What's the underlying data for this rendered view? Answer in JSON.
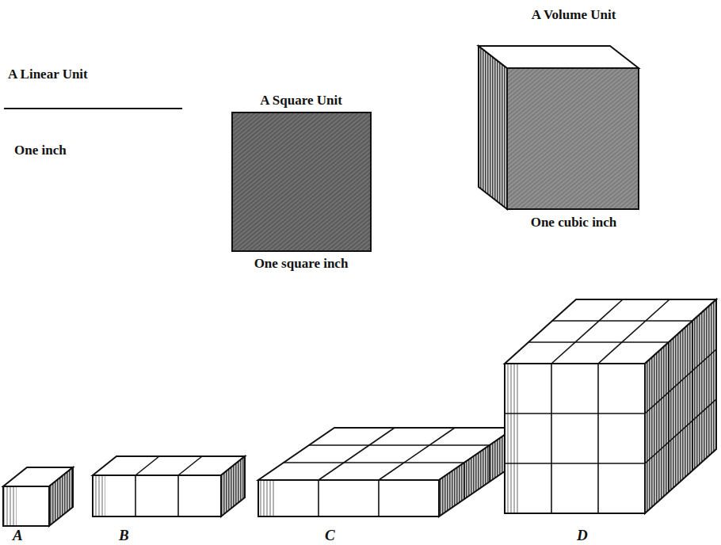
{
  "diagram": {
    "nodes": [
      {
        "text": [
          "A Square Unit",
          "One square inch"
        ]
      },
      {
        "text": [
          "A Volume Unit",
          "One cubic inch"
        ]
      }
    ],
    "labels": [
      "A Linear Unit",
      "One inch",
      "A",
      "B",
      "C",
      "D"
    ]
  }
}
